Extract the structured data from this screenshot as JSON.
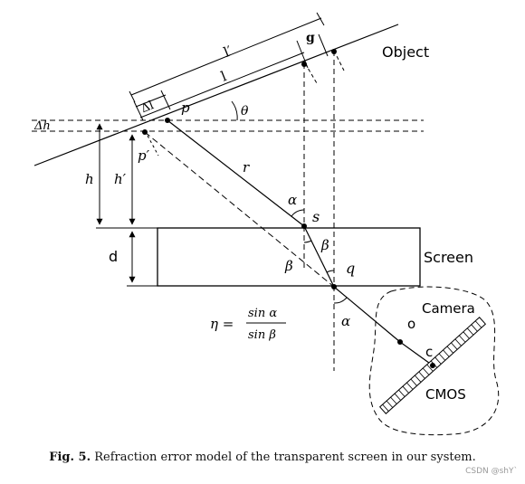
{
  "labels": {
    "object": "Object",
    "screen": "Screen",
    "camera": "Camera",
    "cmos": "CMOS",
    "o": "o",
    "c": "c",
    "d": "d",
    "l_prime": "l′",
    "l": "l",
    "g": "g",
    "delta_l": "Δl",
    "delta_h": "Δh",
    "p": "p",
    "p_prime": "p′",
    "theta": "θ",
    "r": "r",
    "h": "h",
    "h_prime": "h′",
    "alpha_top": "α",
    "s": "s",
    "beta_right": "β",
    "beta_left": "β",
    "q": "q",
    "alpha_bottom": "α"
  },
  "formula": {
    "lhs": "η =",
    "numerator": "sin α",
    "denominator": "sin β"
  },
  "caption": {
    "fig": "Fig. 5.",
    "text": "Refraction error model of the transparent screen in our system."
  },
  "watermark": "CSDN @shY`"
}
